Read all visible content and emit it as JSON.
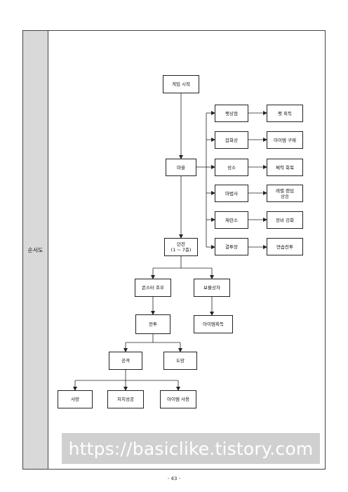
{
  "side_label": "순서도",
  "nodes": {
    "start": "게임 시작",
    "village": "마을",
    "pet_shop": "펫상점",
    "pet_get": "펫 획득",
    "general_store": "잡화상",
    "item_buy": "아이템 구매",
    "shrine": "성소",
    "hp_recover": "체력 회복",
    "mage": "마법사",
    "level_random": "레벨 랜덤\n상승",
    "smithy": "제련소",
    "gear_upgrade": "장비 강화",
    "arena": "결투장",
    "practice_battle": "연습전투",
    "dungeon": "던전\n(1 ~ 7층)",
    "monster_encounter": "몬스터 조우",
    "treasure_chest": "보물상자",
    "item_get": "아이템획득",
    "battle": "전투",
    "attack": "공격",
    "escape": "도망",
    "death": "사망",
    "kill_success": "처치성공",
    "item_use": "아이템 사용"
  },
  "watermark": "https://basiclike.tistory.com",
  "page_number": "- 43 -"
}
